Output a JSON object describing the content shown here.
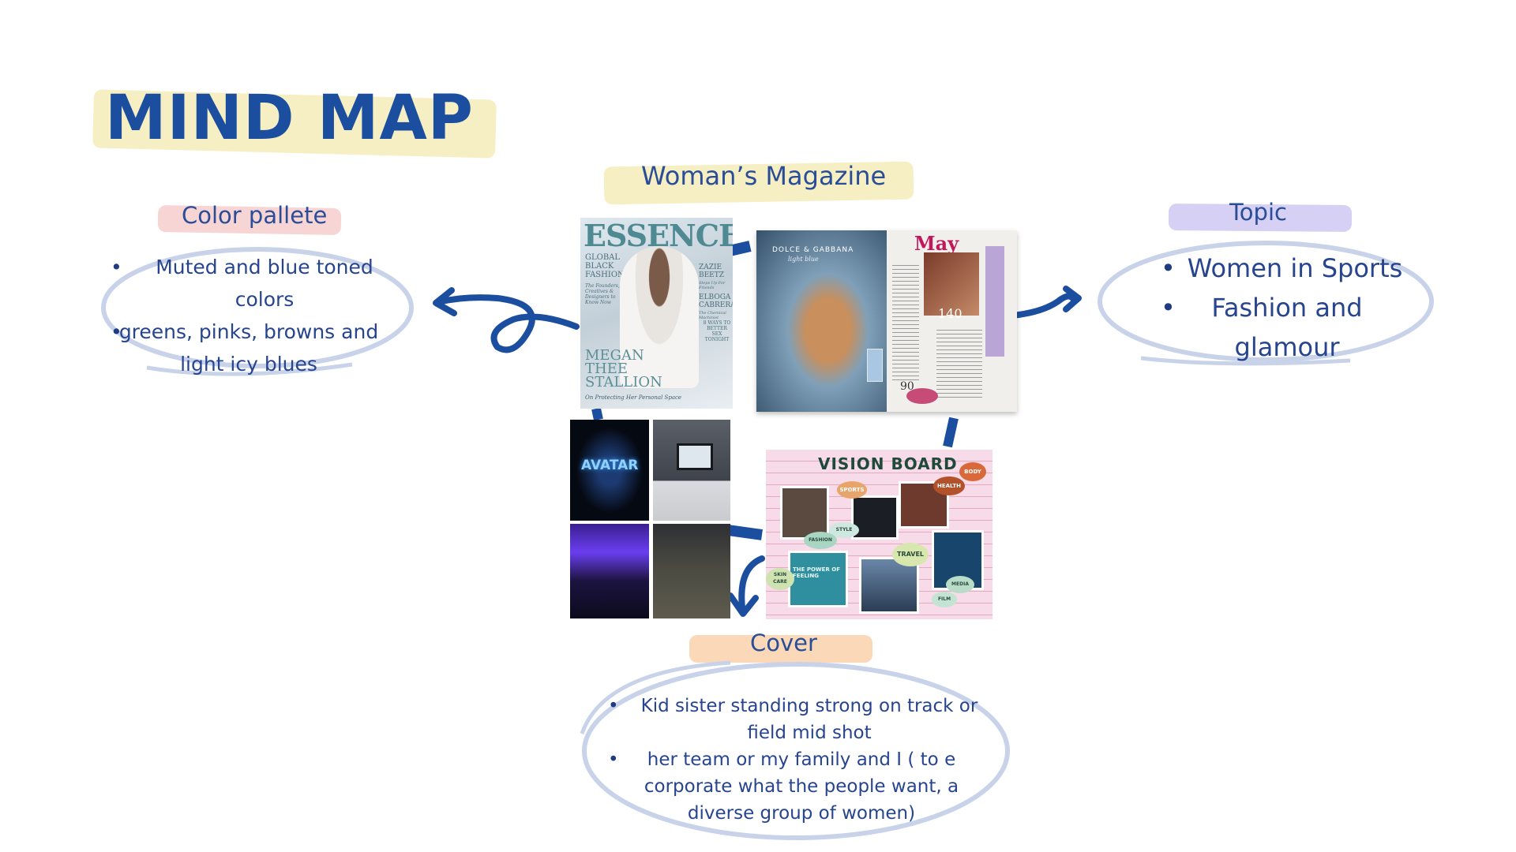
{
  "title": "MIND MAP",
  "center": {
    "label": "Woman’s Magazine"
  },
  "color_palette": {
    "label": "Color pallete",
    "items": [
      "Muted and blue toned colors",
      "greens, pinks, browns and light icy blues"
    ]
  },
  "topic": {
    "label": "Topic",
    "items": [
      "Women in Sports",
      "Fashion and glamour"
    ]
  },
  "cover": {
    "label": "Cover",
    "items": [
      "Kid sister standing strong on track or field mid shot",
      "her team or my family and I ( to e corporate what the people want, a diverse group of women)"
    ]
  },
  "essence_cover": {
    "masthead": "ESSENCE",
    "left_text": "GLOBAL BLACK FASHION",
    "left_sub": "The Founders, Creatives & Designers to Know Now",
    "right_1": "ZAZIE BEETZ",
    "right_1_sub": "Steps Up For Friends",
    "right_2": "ELBOGA CABRERA",
    "right_2_sub": "The Chemical Machinist",
    "right_3": "8 WAYS TO BETTER SEX TONIGHT",
    "cover_name": "MEGAN THEE STALLION",
    "cover_sub": "On Protecting Her Personal Space"
  },
  "spread": {
    "brand": "DOLCE & GABBANA",
    "brand_sub": "light blue",
    "month": "May",
    "number": "140",
    "number2": "90"
  },
  "avatar_tile": {
    "text": "AVATAR"
  },
  "vision_board": {
    "title": "VISION BOARD",
    "tags": [
      "SPORTS",
      "HEALTH",
      "BODY",
      "STYLE",
      "FASHION",
      "TRAVEL",
      "SKIN CARE",
      "MEDIA",
      "FILM"
    ],
    "book": "THE POWER OF FEELING"
  },
  "colors": {
    "accent": "#1c4ea0",
    "title_highlight": "#f6efc3",
    "palette_highlight": "#f8d5d5",
    "topic_highlight": "#d6d0f4",
    "cover_highlight": "#fad8b8",
    "ellipse": "#c8d3ea"
  }
}
